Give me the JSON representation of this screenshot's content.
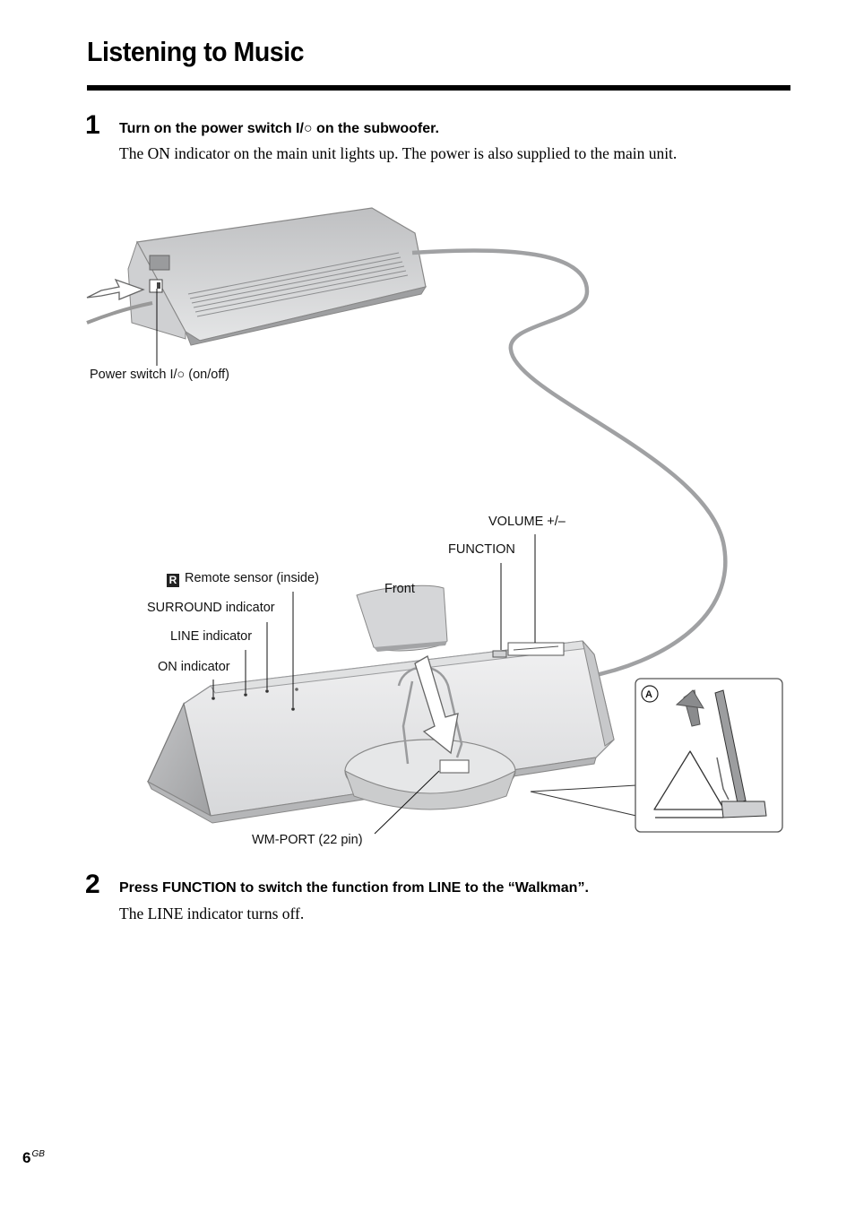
{
  "page_title": "Listening to Music",
  "steps": [
    {
      "number": "1",
      "heading": "Turn on the power switch I/○ on the subwoofer.",
      "body": "The ON indicator on the main unit lights up. The power is also supplied to the main unit."
    },
    {
      "number": "2",
      "heading": "Press FUNCTION to switch the function from LINE to the “Walkman”.",
      "body": "The LINE indicator turns off."
    }
  ],
  "figure": {
    "labels": {
      "power_switch": "Power switch I/○ (on/off)",
      "volume": "VOLUME +/–",
      "function": "FUNCTION",
      "remote_sensor": "Remote sensor (inside)",
      "remote_icon": "R",
      "front": "Front",
      "surround": "SURROUND indicator",
      "line": "LINE indicator",
      "on": "ON indicator",
      "wm_port": "WM-PORT (22 pin)",
      "inset_marker": "A"
    }
  },
  "page_number": "6",
  "page_suffix": "GB"
}
